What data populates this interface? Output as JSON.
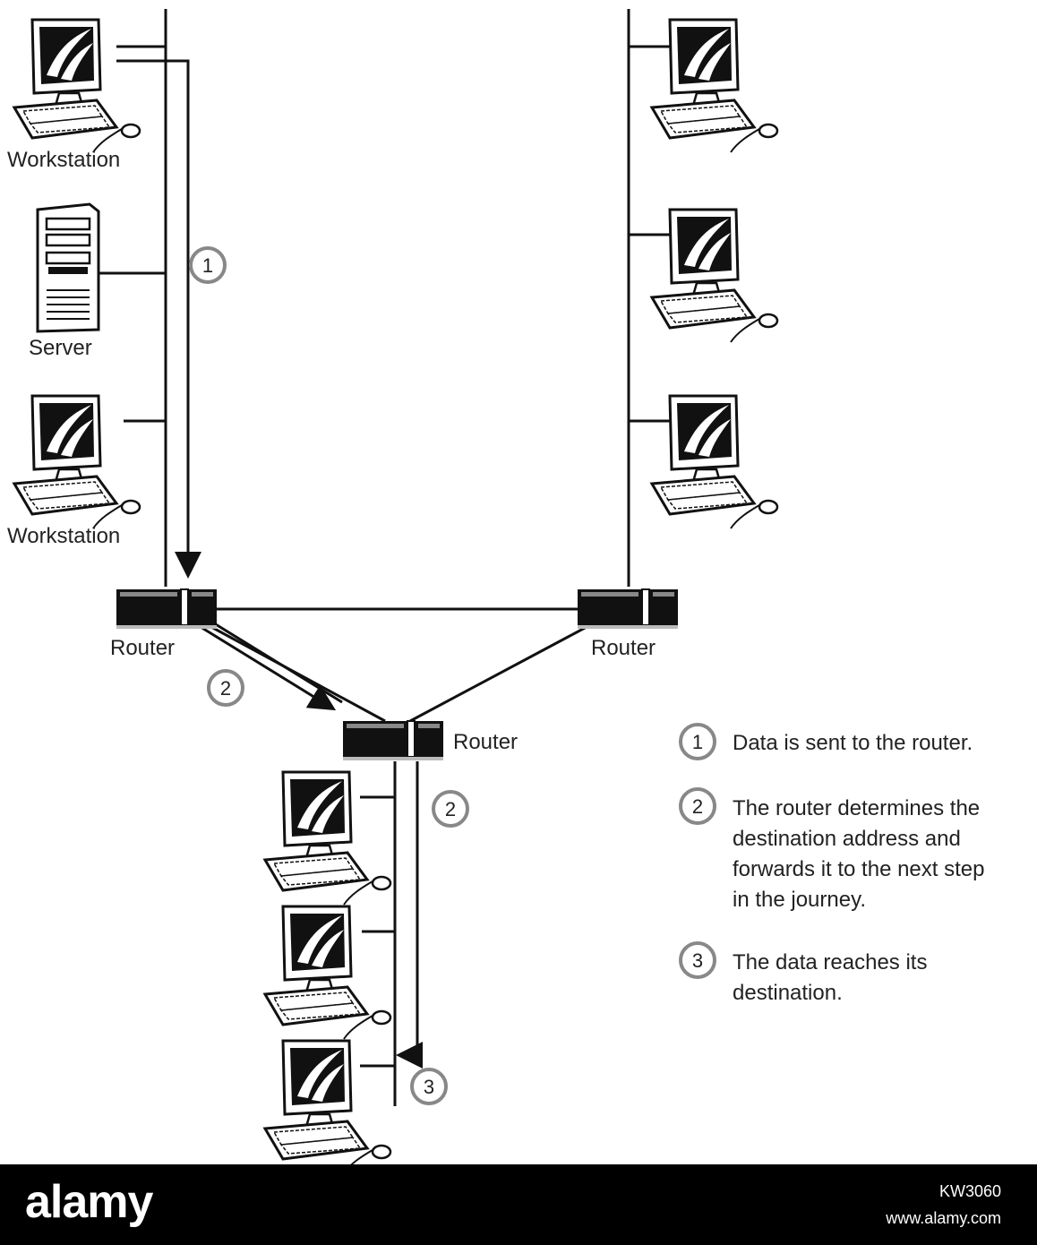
{
  "labels": {
    "workstation_top": "Workstation",
    "server": "Server",
    "workstation_bottom": "Workstation",
    "router_left": "Router",
    "router_right": "Router",
    "router_bottom": "Router"
  },
  "step_markers": {
    "step1": "1",
    "step2_a": "2",
    "step2_b": "2",
    "step3": "3"
  },
  "legend": [
    {
      "num": "1",
      "lines": [
        "Data is sent to the router."
      ]
    },
    {
      "num": "2",
      "lines": [
        "The router determines the",
        "destination address and",
        "forwards it to the next step",
        "in the journey."
      ]
    },
    {
      "num": "3",
      "lines": [
        "The data reaches its",
        "destination."
      ]
    }
  ],
  "footer": {
    "brand": "alamy",
    "image_id": "KW3060",
    "url": "www.alamy.com"
  }
}
